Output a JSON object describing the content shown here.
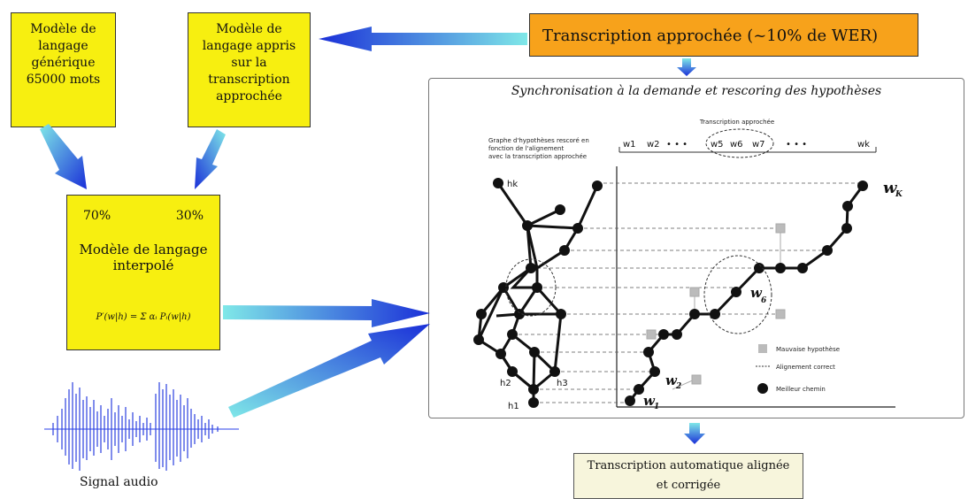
{
  "lm_generic": {
    "lines": [
      "Modèle de",
      "langage",
      "générique",
      "65000 mots"
    ]
  },
  "lm_learned": {
    "lines": [
      "Modèle de",
      "langage appris",
      "sur la",
      "transcription",
      "approchée"
    ]
  },
  "lm_interp": {
    "pct_left": "70%",
    "pct_right": "30%",
    "title_lines": [
      "Modèle de langage",
      "interpolé"
    ],
    "formula": "P′(w|h) = Σ αᵢ Pᵢ(w|h)"
  },
  "transcription_approx": "Transcription approchée (~10% de WER)",
  "sync": {
    "title": "Synchronisation à la demande et rescoring des hypothèses",
    "graph_caption": [
      "Graphe d'hypothèses rescoré en",
      "fonction de l'alignement",
      "avec la transcription approchée"
    ],
    "transcription_header": "Transcription approchée",
    "words": [
      "w1",
      "w2",
      "• • •",
      "w5",
      "w6",
      "w7",
      "• • •",
      "wk"
    ],
    "node_labels": {
      "hk": "hk",
      "h2": "h2",
      "h3": "h3",
      "h1": "h1"
    },
    "path_labels": {
      "wk": "w",
      "wk_sub": "K",
      "w6": "w",
      "w6_sub": "6",
      "w2": "w",
      "w2_sub": "2",
      "w1": "w",
      "w1_sub": "1"
    },
    "legend": [
      "Mauvaise hypothèse",
      "Alignement correct",
      "Meilleur chemin"
    ]
  },
  "output": {
    "lines": [
      "Transcription automatique alignée",
      "et corrigée"
    ]
  },
  "audio_label": "Signal audio",
  "colors": {
    "yellow": "#f7ef10",
    "orange": "#f7a21b",
    "arrow_dark": "#1a2fd8",
    "arrow_light": "#7fe8e8",
    "output_bg": "#f7f5dc"
  }
}
